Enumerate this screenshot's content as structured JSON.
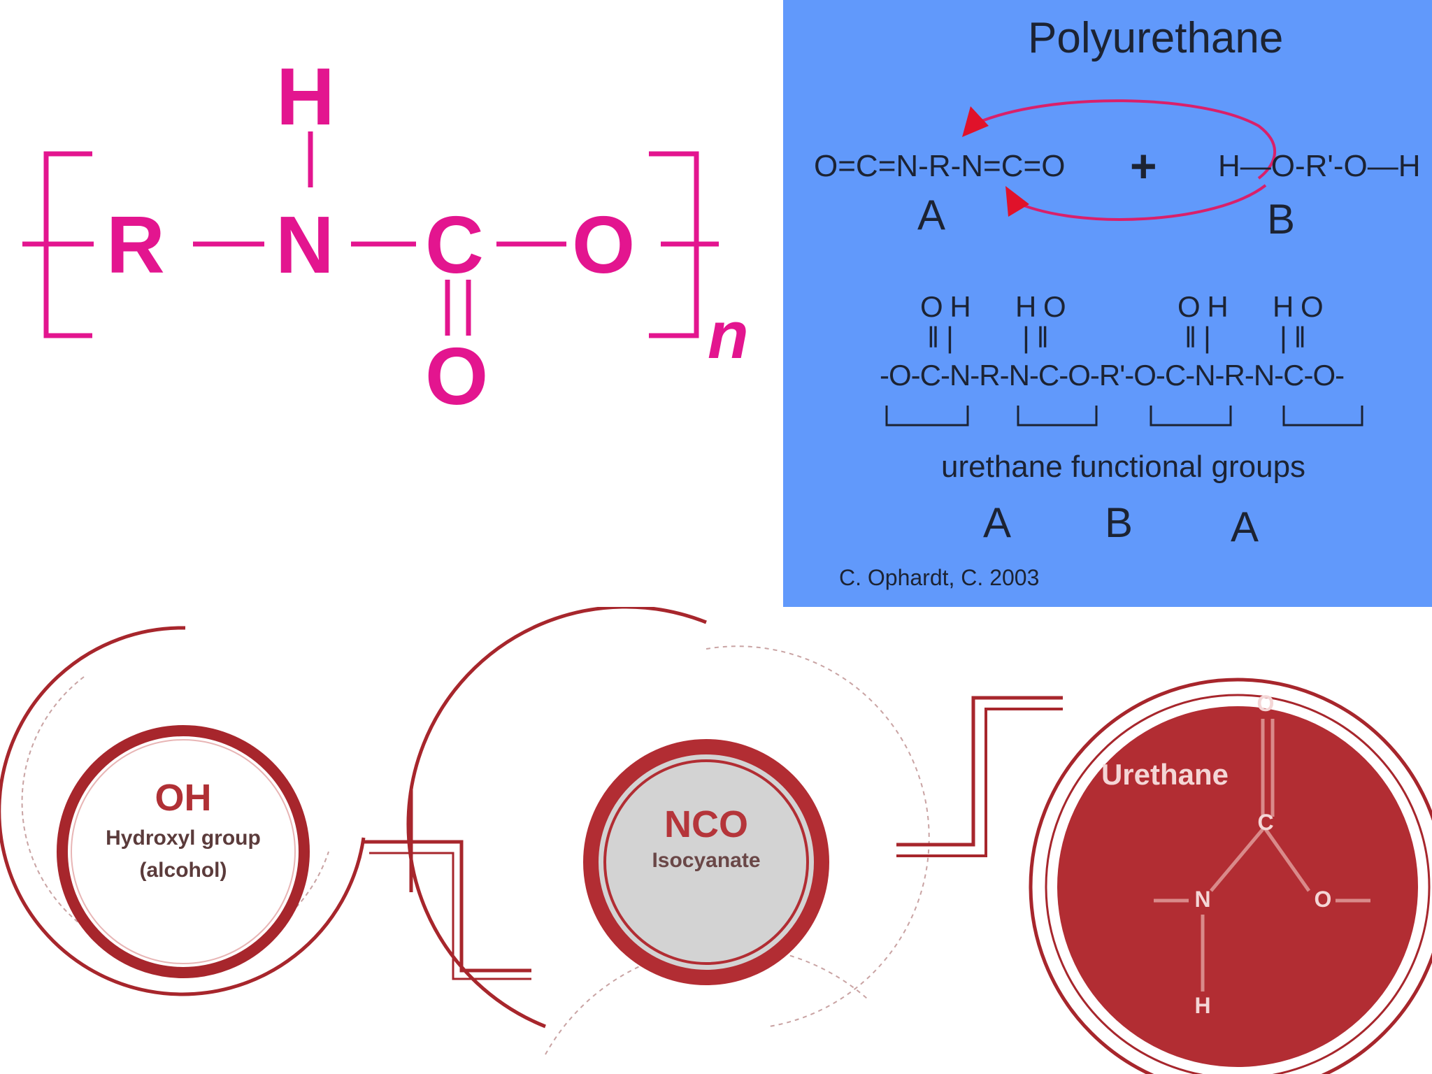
{
  "formula": {
    "h": "H",
    "r": "R",
    "n_atom": "N",
    "c": "C",
    "o_chain": "O",
    "o_carbonyl": "O",
    "subscript": "n",
    "color": "#e3158f"
  },
  "panel": {
    "background": "#6199fb",
    "title": "Polyurethane",
    "reactant_a": "O=C=N-R-N=C=O",
    "plus": "+",
    "reactant_b": "H—O-R'-O—H",
    "label_a": "A",
    "label_b": "B",
    "top_atoms": [
      "O H",
      "H O",
      "O H",
      "H O"
    ],
    "top_bonds": [
      "‖ |",
      "| ‖",
      "‖ |",
      "| ‖"
    ],
    "chain": "-O-C-N-R-N-C-O-R'-O-C-N-R-N-C-O-",
    "caption": "urethane functional groups",
    "sequence": [
      "A",
      "B",
      "A"
    ],
    "credit": "C. Ophardt, C. 2003",
    "arrow_color": "#e0122a"
  },
  "bottom": {
    "hydroxyl": {
      "formula": "OH",
      "line1": "Hydroxyl group",
      "line2": "(alcohol)"
    },
    "isocyanate": {
      "formula": "NCO",
      "line1": "Isocyanate"
    },
    "urethane": {
      "label": "Urethane",
      "atoms": {
        "top_o": "O",
        "c": "C",
        "n": "N",
        "right_o": "O",
        "h": "H"
      }
    },
    "colors": {
      "dark_red": "#a7262c",
      "ring_red": "#b22d33",
      "grey_fill": "#d3d3d3"
    }
  }
}
